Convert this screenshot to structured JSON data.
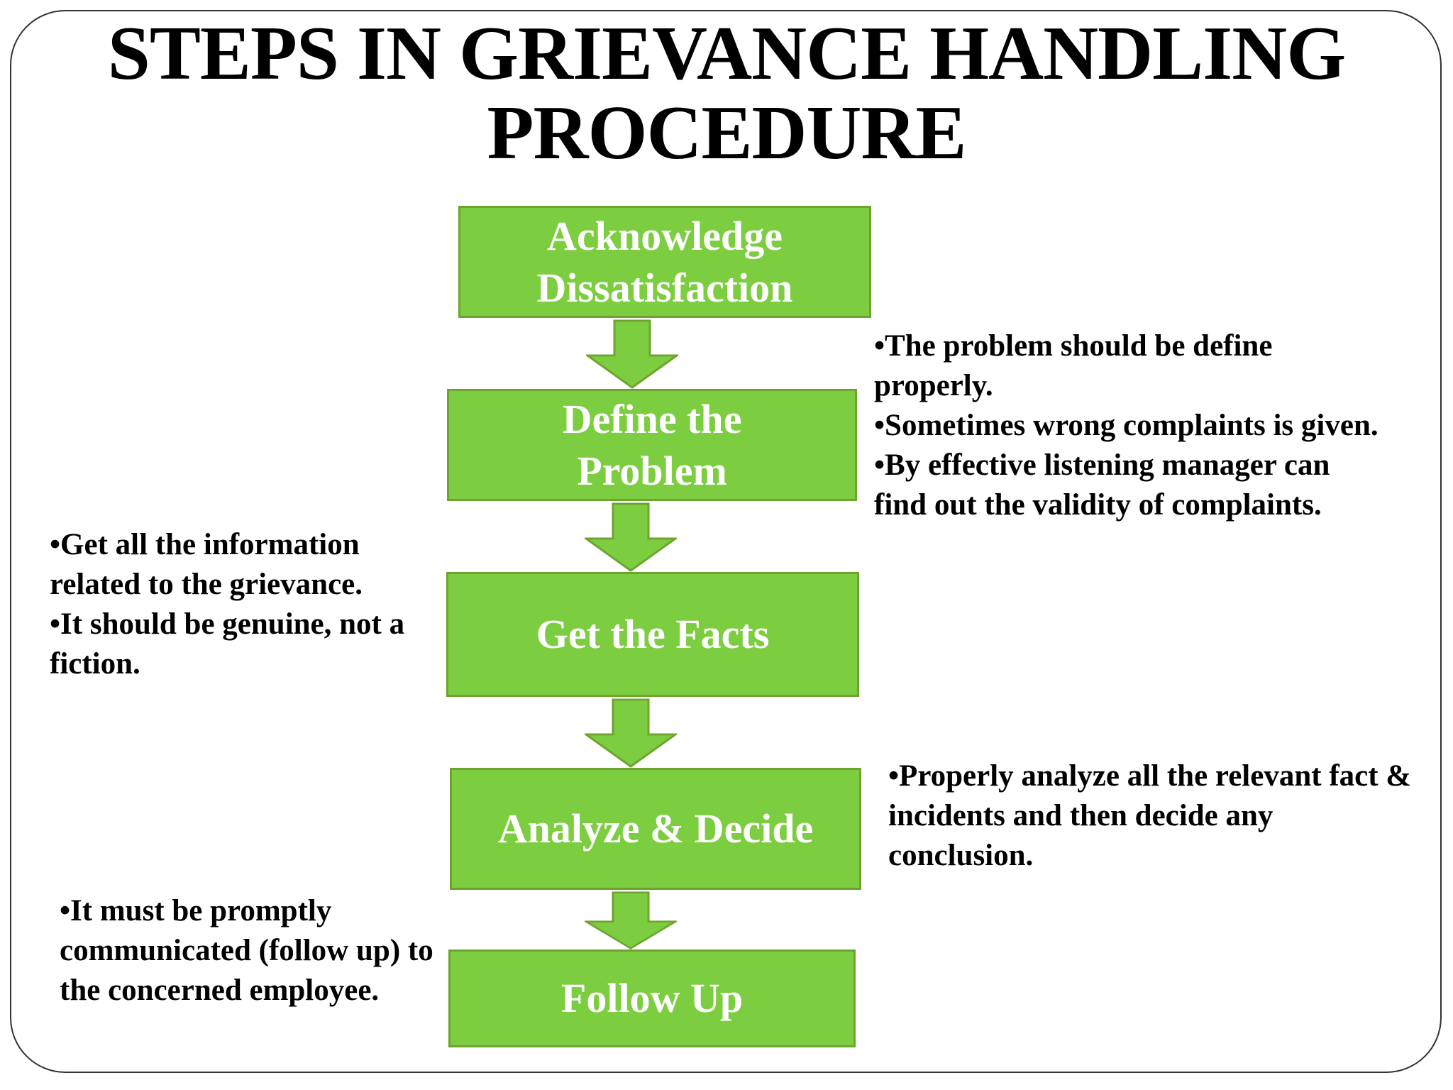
{
  "colors": {
    "box_fill": "#7CCD40",
    "box_border": "#6FA32F",
    "box_text": "#FFFFFF",
    "body_text": "#000000",
    "slide_border": "#333333",
    "background": "#FFFFFF"
  },
  "slide": {
    "title_line1": "STEPS IN GRIEVANCE HANDLING",
    "title_line2": "PROCEDURE",
    "bullet": "•"
  },
  "flow": {
    "steps": [
      {
        "id": "acknowledge-dissatisfaction",
        "label": "Acknowledge Dissatisfaction",
        "lines": [
          "Acknowledge",
          "Dissatisfaction"
        ]
      },
      {
        "id": "define-the-problem",
        "label": "Define the Problem",
        "lines": [
          "Define the",
          "Problem"
        ]
      },
      {
        "id": "get-the-facts",
        "label": "Get the Facts",
        "lines": [
          "Get the Facts"
        ]
      },
      {
        "id": "analyze-and-decide",
        "label": "Analyze & Decide",
        "lines": [
          "Analyze & Decide"
        ]
      },
      {
        "id": "follow-up",
        "label": "Follow Up",
        "lines": [
          "Follow Up"
        ]
      }
    ]
  },
  "annotations": {
    "define_problem_notes": {
      "items": [
        "The problem should be define properly.",
        "Sometimes wrong complaints is given.",
        "By effective listening manager can find out the validity of complaints."
      ]
    },
    "get_facts_notes": {
      "items": [
        "Get all the information related to the grievance.",
        "It should be genuine, not a fiction."
      ]
    },
    "analyze_decide_notes": {
      "items": [
        "Properly analyze all the relevant fact & incidents and then decide any conclusion."
      ]
    },
    "follow_up_notes": {
      "items": [
        "It must be promptly communicated (follow up) to the concerned employee."
      ]
    }
  }
}
